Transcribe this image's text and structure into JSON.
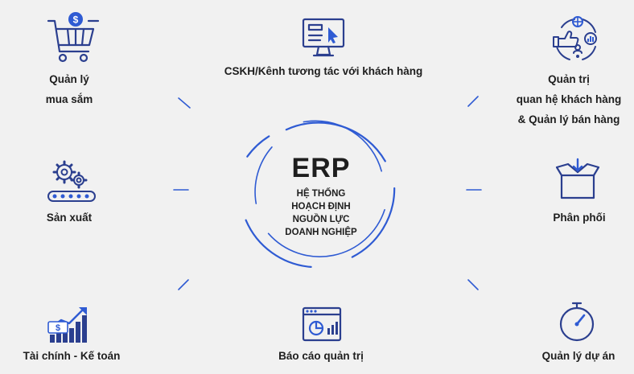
{
  "colors": {
    "background": "#f1f1f1",
    "accent": "#2f5bd3",
    "icon_stroke": "#2b3f8f",
    "text": "#1e1e1e"
  },
  "center": {
    "title": "ERP",
    "subtitle_lines": [
      "HỆ THỐNG",
      "HOẠCH ĐỊNH",
      "NGUỒN LỰC",
      "DOANH NGHIỆP"
    ]
  },
  "modules": [
    {
      "key": "procurement",
      "icon": "shopping-cart-dollar-icon",
      "lines": [
        "Quản lý",
        "mua sắm"
      ]
    },
    {
      "key": "customer-service",
      "icon": "monitor-cursor-icon",
      "lines": [
        "CSKH/Kênh tương tác với khách hàng"
      ]
    },
    {
      "key": "crm",
      "icon": "crm-cycle-icon",
      "lines": [
        "Quản trị",
        "quan hệ khách hàng",
        "& Quản lý bán hàng"
      ]
    },
    {
      "key": "manufacturing",
      "icon": "gears-conveyor-icon",
      "lines": [
        "Sản xuất"
      ]
    },
    {
      "key": "distribution",
      "icon": "open-box-icon",
      "lines": [
        "Phân phối"
      ]
    },
    {
      "key": "finance",
      "icon": "money-growth-chart-icon",
      "lines": [
        "Tài chính - Kế toán"
      ]
    },
    {
      "key": "reports",
      "icon": "report-dashboard-icon",
      "lines": [
        "Báo cáo quản trị"
      ]
    },
    {
      "key": "projects",
      "icon": "stopwatch-icon",
      "lines": [
        "Quản lý dự án"
      ]
    }
  ]
}
